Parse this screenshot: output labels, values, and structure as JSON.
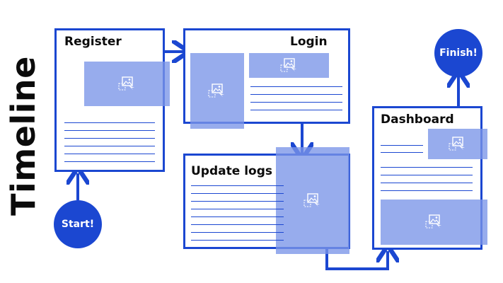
{
  "title": "Timeline",
  "cards": {
    "register": "Register",
    "login": "Login",
    "update_logs": "Update logs",
    "dashboard": "Dashboard"
  },
  "start_label": "Start!",
  "finish_label": "Finish!",
  "colors": {
    "accent": "#1b47d1",
    "placeholder": "#7a95e8"
  },
  "icons": [
    "image-placeholder-icon"
  ]
}
